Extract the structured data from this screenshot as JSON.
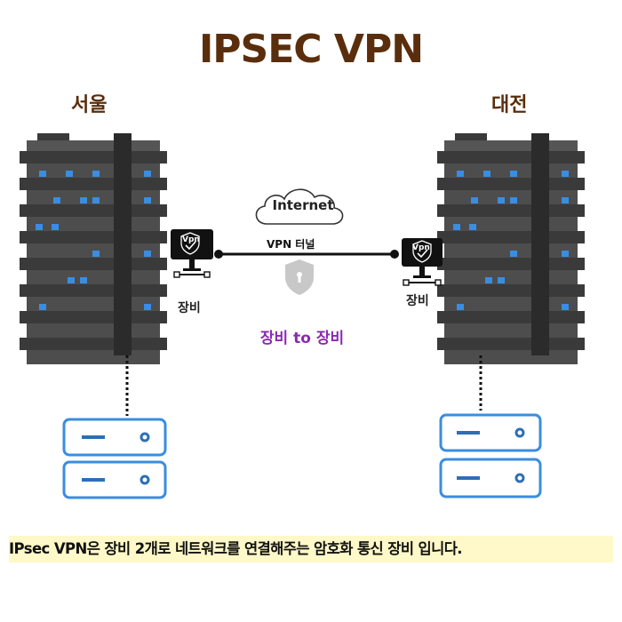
{
  "title": "IPSEC VPN",
  "sites": {
    "left": {
      "name": "서울",
      "device_label": "장비"
    },
    "right": {
      "name": "대전",
      "device_label": "장비"
    }
  },
  "cloud_label": "Internet",
  "tunnel_label": "VPN 터널",
  "device_icon_text": "Vpn",
  "link_label": "장비 to 장비",
  "caption": "IPsec VPN은 장비 2개로  네트워크를 연결해주는 암호화 통신 장비 입니다.",
  "colors": {
    "title": "#5a2e0c",
    "rack": "#3a3a3a",
    "rack_led": "#3a8de0",
    "server_border": "#3a8de0",
    "link_label": "#8a2ab0",
    "caption_bg": "#fff8c8"
  },
  "icons": [
    "server-rack-icon",
    "vpn-router-icon",
    "cloud-icon",
    "shield-lock-icon",
    "server-icon"
  ]
}
